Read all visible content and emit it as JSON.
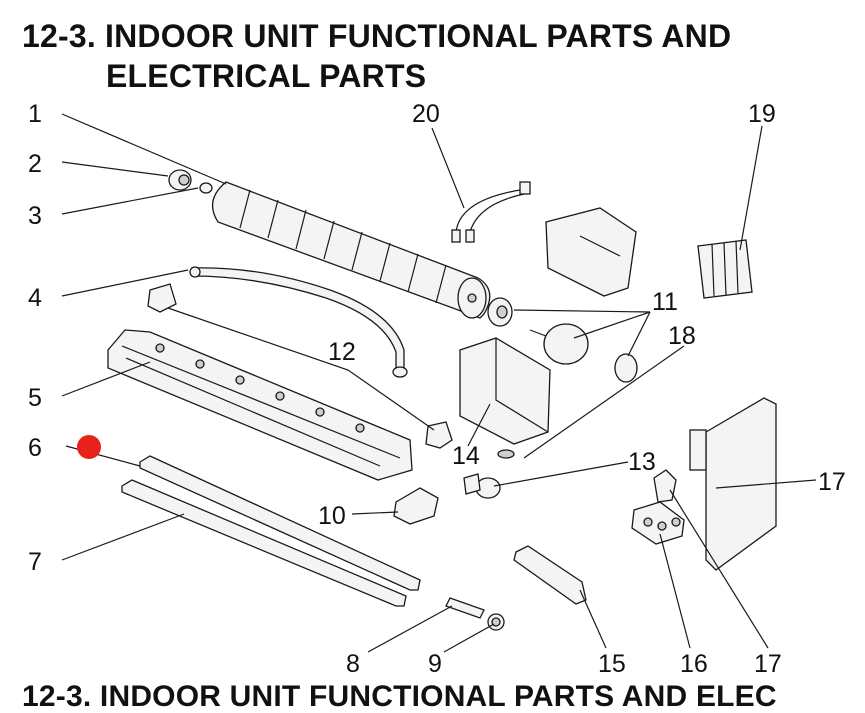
{
  "title": {
    "line1": "12-3. INDOOR UNIT FUNCTIONAL PARTS AND",
    "line2": "ELECTRICAL PARTS",
    "bottom_cut": "12-3. INDOOR UNIT FUNCTIONAL PARTS AND ELEC"
  },
  "callouts": {
    "c1": "1",
    "c2": "2",
    "c3": "3",
    "c4": "4",
    "c5": "5",
    "c6": "6",
    "c7": "7",
    "c8": "8",
    "c9": "9",
    "c10": "10",
    "c11": "11",
    "c12": "12",
    "c13": "13",
    "c14": "14",
    "c15": "15",
    "c16": "16",
    "c17a": "17",
    "c17b": "17",
    "c18": "18",
    "c19": "19",
    "c20": "20"
  },
  "colors": {
    "marker": "#e8211b",
    "line": "#1a1a1a"
  }
}
